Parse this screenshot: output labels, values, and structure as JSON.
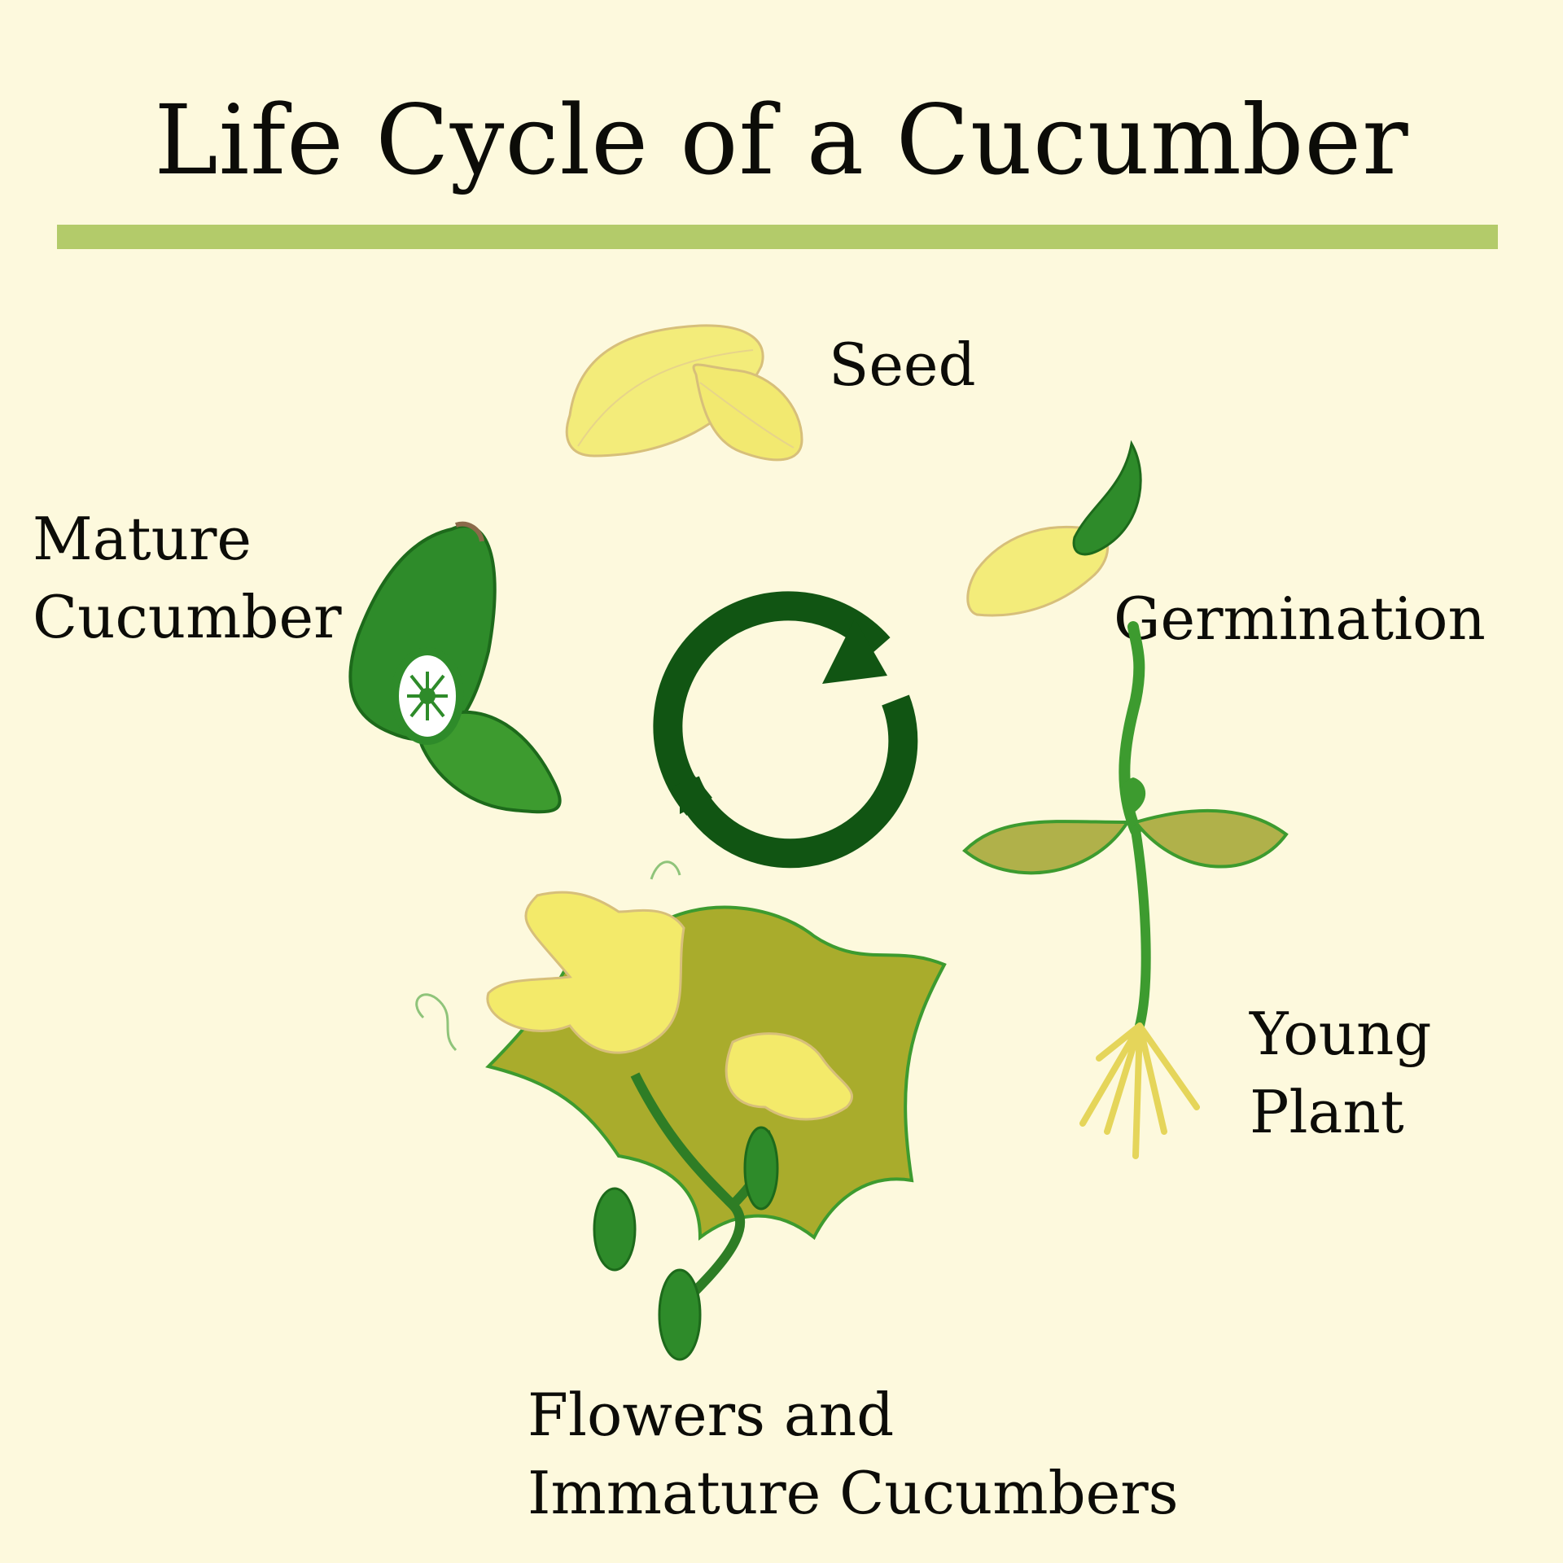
{
  "title": "Life Cycle of a Cucumber",
  "colors": {
    "background": "#fdf9dd",
    "rule": "#b3cb6a",
    "cycle_arrows": "#115513",
    "seed_yellow": "#f3ec7a",
    "leaf_green": "#a9ac2c",
    "fruit_green": "#2d8e25"
  },
  "stages": {
    "seed": {
      "label": "Seed",
      "icon": "seed-icon"
    },
    "germination": {
      "label": "Germination",
      "icon": "sprouting-seed-icon"
    },
    "young_plant": {
      "label_line1": "Young",
      "label_line2": "Plant",
      "icon": "seedling-icon"
    },
    "flowers": {
      "label_line1": "Flowers and",
      "label_line2": "Immature Cucumbers",
      "icon": "flowering-vine-icon"
    },
    "mature": {
      "label_line1": "Mature",
      "label_line2": "Cucumber",
      "icon": "cucumber-icon"
    }
  },
  "cycle_icon": "cycle-arrows-icon"
}
